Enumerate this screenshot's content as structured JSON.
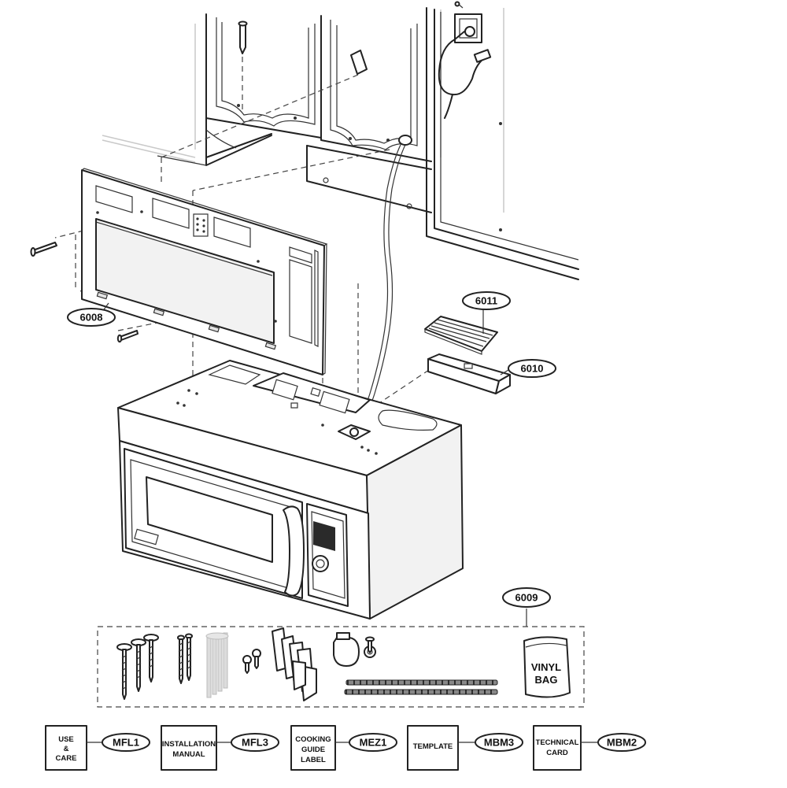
{
  "callouts": {
    "mounting_plate": "6008",
    "kit_bag": "6009",
    "exhaust_adapter": "6010",
    "damper": "6011"
  },
  "bag_text": [
    "VINYL",
    "BAG"
  ],
  "documents": [
    {
      "box_lines": [
        "USE",
        "&",
        "CARE"
      ],
      "code": "MFL1"
    },
    {
      "box_lines": [
        "INSTALLATION",
        "MANUAL"
      ],
      "code": "MFL3"
    },
    {
      "box_lines": [
        "COOKING",
        "GUIDE",
        "LABEL"
      ],
      "code": "MEZ1"
    },
    {
      "box_lines": [
        "TEMPLATE"
      ],
      "code": "MBM3"
    },
    {
      "box_lines": [
        "TECHNICAL",
        "CARD"
      ],
      "code": "MBM2"
    }
  ]
}
